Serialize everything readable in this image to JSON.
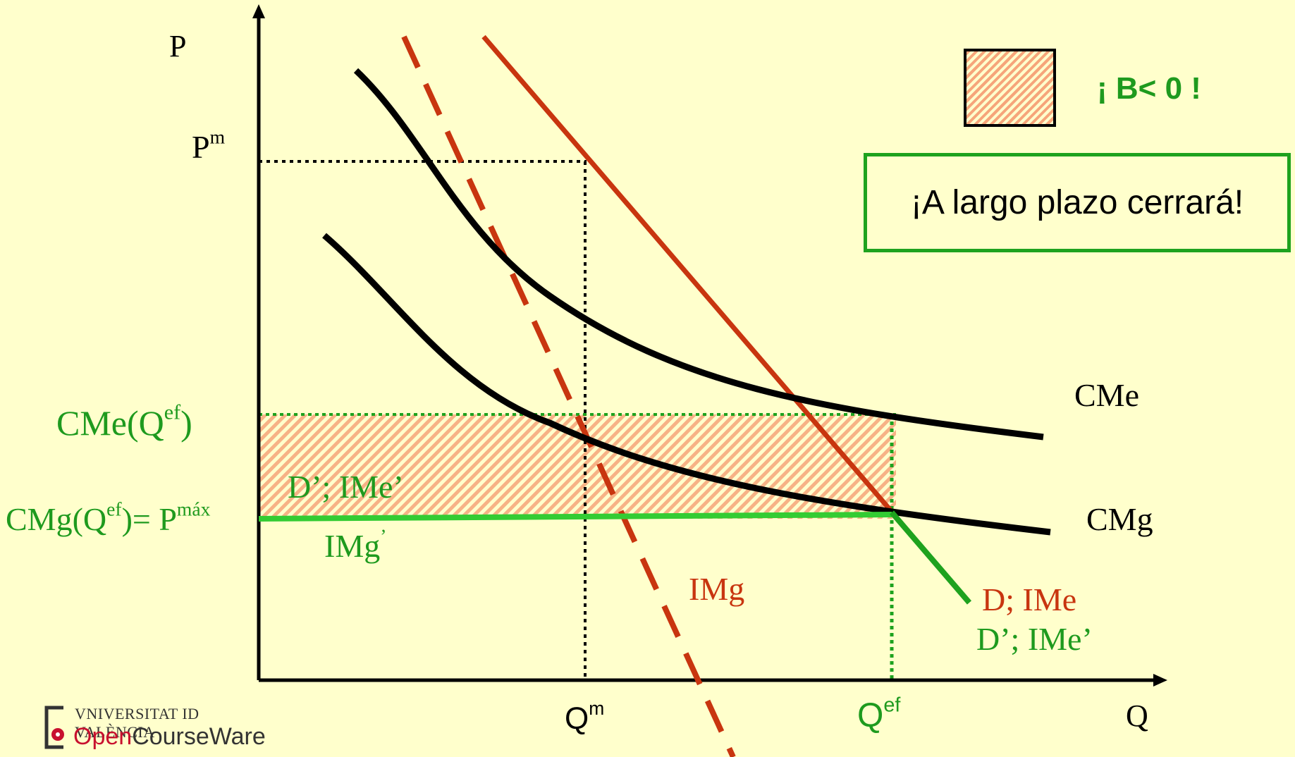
{
  "labels": {
    "p_axis": "P",
    "q_axis": "Q",
    "p_monopoly": "P",
    "p_monopoly_sup": "m",
    "q_monopoly": "Q",
    "q_monopoly_sup": "m",
    "q_efficient": "Q",
    "q_efficient_sup": "ef",
    "cme_qef_a": "CMe(Q",
    "cme_qef_sup": "ef",
    "cme_qef_b": ")",
    "cmg_qef_a": "CMg(Q",
    "cmg_qef_sup": "ef",
    "cmg_qef_b": ")= P",
    "cmg_qef_sup2": "máx",
    "d_ime_prime_left": "D’; IMe’",
    "img_prime": "IMg",
    "img_prime_sup": "’",
    "img": "IMg",
    "cme": "CMe",
    "cmg": "CMg",
    "d_ime": "D; IMe",
    "d_ime_prime_right": "D’; IMe’"
  },
  "legend": {
    "profit_label": "¡ B< 0 !",
    "message": "¡A largo plazo cerrará!"
  },
  "logo": {
    "university": "VNIVERSITAT ID VALÈNCIA",
    "open": "Open",
    "courseware": "CourseWare"
  },
  "colors": {
    "demand": "#C8350F",
    "cost_curves": "#000000",
    "regulated": "#1EA21E",
    "loss_area": "#F6A57A",
    "background": "#FFFFCC"
  }
}
